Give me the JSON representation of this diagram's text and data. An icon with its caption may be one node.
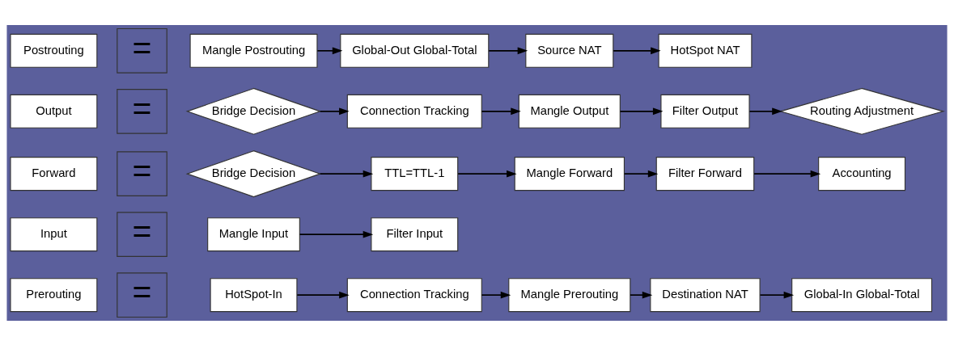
{
  "diagram": {
    "nodes": [
      {
        "text": [
          "Prerouting"
        ]
      },
      {
        "text": [
          "HotSpot-In"
        ]
      },
      {
        "text": [
          "Connection Tracking"
        ]
      },
      {
        "text": [
          "Mangle Prerouting"
        ]
      },
      {
        "text": [
          "Destination NAT"
        ]
      },
      {
        "text": [
          "Global-In Global-Total"
        ]
      },
      {
        "text": [
          "Input"
        ]
      },
      {
        "text": [
          "Mangle Input"
        ]
      },
      {
        "text": [
          "Filter Input"
        ]
      },
      {
        "text": [
          "Forward"
        ]
      },
      {
        "text": [
          "Bridge Decision"
        ]
      },
      {
        "text": [
          "TTL=TTL-1"
        ]
      },
      {
        "text": [
          "Mangle Forward"
        ]
      },
      {
        "text": [
          "Filter Forward"
        ]
      },
      {
        "text": [
          "Accounting"
        ]
      },
      {
        "text": [
          "Output"
        ]
      },
      {
        "text": [
          "Bridge Decision"
        ]
      },
      {
        "text": [
          "Connection Tracking"
        ]
      },
      {
        "text": [
          "Mangle Output"
        ]
      },
      {
        "text": [
          "Filter Output"
        ]
      },
      {
        "text": [
          "Routing Adjustment"
        ]
      },
      {
        "text": [
          "Postrouting"
        ]
      },
      {
        "text": [
          "Mangle Postrouting"
        ]
      },
      {
        "text": [
          "Global-Out Global-Total"
        ]
      },
      {
        "text": [
          "Source NAT"
        ]
      },
      {
        "text": [
          "HotSpot NAT"
        ]
      }
    ],
    "edges": [
      {
        "from": 1,
        "to": 2,
        "arrow": "to"
      },
      {
        "from": 2,
        "to": 3,
        "arrow": "to"
      },
      {
        "from": 3,
        "to": 4,
        "arrow": "to"
      },
      {
        "from": 4,
        "to": 5,
        "arrow": "to"
      },
      {
        "from": 7,
        "to": 8,
        "arrow": "to"
      },
      {
        "from": 10,
        "to": 11,
        "arrow": "to"
      },
      {
        "from": 11,
        "to": 12,
        "arrow": "to"
      },
      {
        "from": 12,
        "to": 13,
        "arrow": "to"
      },
      {
        "from": 13,
        "to": 14,
        "arrow": "to"
      },
      {
        "from": 16,
        "to": 17,
        "arrow": "to"
      },
      {
        "from": 17,
        "to": 18,
        "arrow": "to"
      },
      {
        "from": 18,
        "to": 19,
        "arrow": "to"
      },
      {
        "from": 19,
        "to": 20,
        "arrow": "to"
      },
      {
        "from": 22,
        "to": 23,
        "arrow": "to"
      },
      {
        "from": 23,
        "to": 24,
        "arrow": "to"
      },
      {
        "from": 24,
        "to": 25,
        "arrow": "to"
      }
    ],
    "labels": [
      "=",
      "=",
      "=",
      "=",
      "="
    ]
  }
}
